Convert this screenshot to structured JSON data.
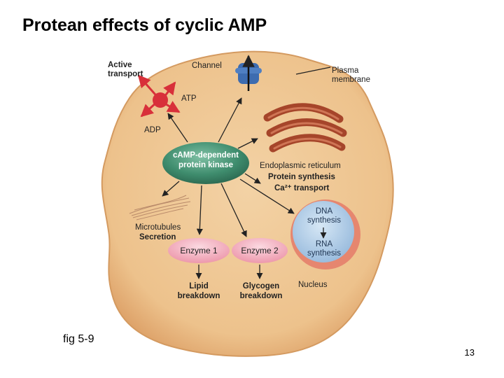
{
  "slide": {
    "title": "Protean effects of cyclic AMP",
    "caption": "fig 5-9",
    "page_number": "13"
  },
  "diagram": {
    "active_transport": [
      "Active",
      "transport"
    ],
    "channel": "Channel",
    "plasma_membrane": [
      "Plasma",
      "membrane"
    ],
    "atp": "ATP",
    "adp": "ADP",
    "kinase": [
      "cAMP-dependent",
      "protein kinase"
    ],
    "er_label": "Endoplasmic reticulum",
    "protein_synthesis": "Protein synthesis",
    "ca_transport": "Ca²⁺ transport",
    "microtubules": "Microtubules",
    "secretion": "Secretion",
    "enzyme1": "Enzyme 1",
    "enzyme2": "Enzyme 2",
    "dna_synthesis": [
      "DNA",
      "synthesis"
    ],
    "rna_synthesis": [
      "RNA",
      "synthesis"
    ],
    "nucleus": "Nucleus",
    "lipid_breakdown": [
      "Lipid",
      "breakdown"
    ],
    "glycogen_breakdown": [
      "Glycogen",
      "breakdown"
    ]
  },
  "colors": {
    "cell_fill": "#efc794",
    "cell_edge": "#dca46c",
    "kinase": "#3f8d6e",
    "enzyme": "#f2a9b9",
    "nucleus": "#a9c8e4",
    "nucleus_rim": "#e6866f",
    "er": "#a6452a",
    "pump": "#d8303a",
    "channel": "#3d6cb0"
  }
}
